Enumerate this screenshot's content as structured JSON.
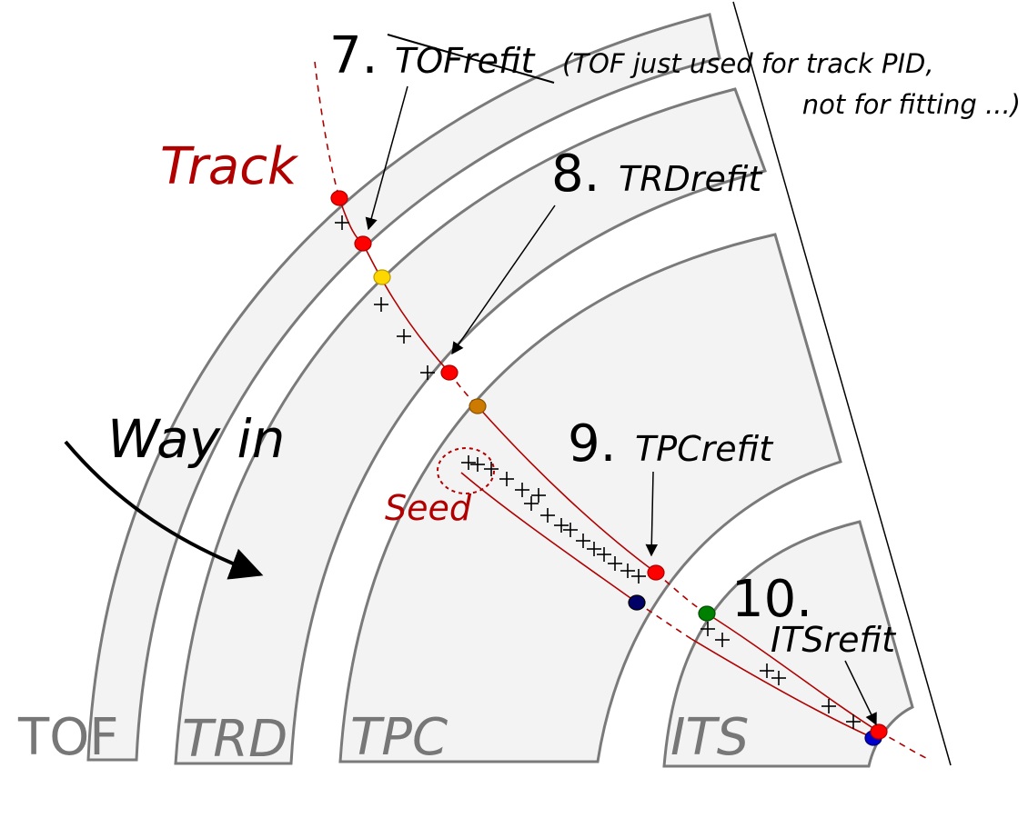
{
  "labels": {
    "track": "Track",
    "way_in": "Way in",
    "seed": "Seed"
  },
  "detectors": [
    {
      "name": "TOF",
      "italic": false
    },
    {
      "name": "TRD",
      "italic": true
    },
    {
      "name": "TPC",
      "italic": true
    },
    {
      "name": "ITS",
      "italic": true
    }
  ],
  "steps": [
    {
      "number": "7.",
      "label": "TOFrefit",
      "struck_through": true,
      "note_line1": "(TOF just used for track PID,",
      "note_line2": "not for fitting ...)"
    },
    {
      "number": "8.",
      "label": "TRDrefit"
    },
    {
      "number": "9.",
      "label": "TPCrefit"
    },
    {
      "number": "10.",
      "label": "ITSrefit"
    }
  ],
  "colors": {
    "detector_fill": "#f3f3f3",
    "detector_stroke": "#7a7a7a",
    "detector_label": "#777777",
    "track": "#b00000",
    "hit_red": "#ff0000",
    "hit_yellow": "#ffd700",
    "hit_orange": "#cc7a00",
    "hit_green": "#008000",
    "hit_navy": "#000066",
    "hit_blue": "#0000cc"
  }
}
